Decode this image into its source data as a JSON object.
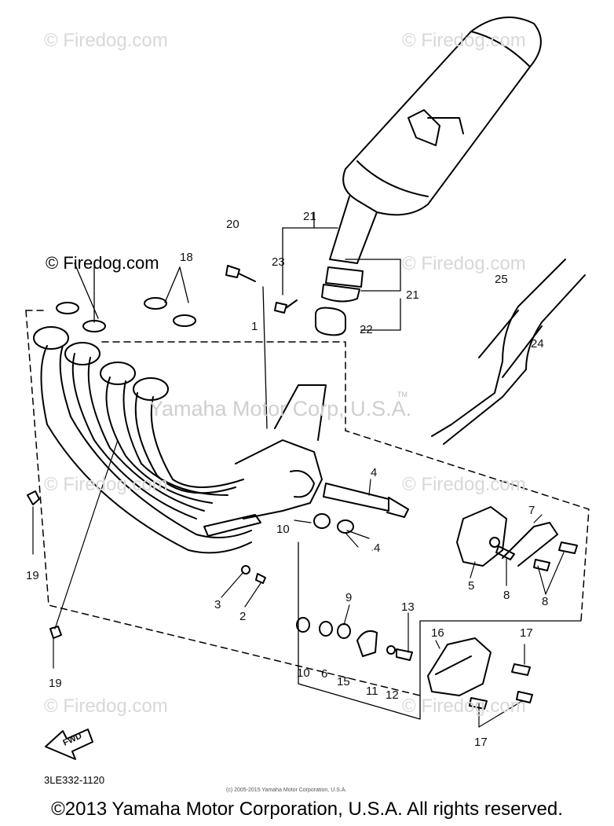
{
  "watermarks": {
    "firedog": "© Firedog.com",
    "yamaha": "Yamaha Motor Corp, U.S.A.",
    "tm": "TM"
  },
  "callouts": {
    "c1": "1",
    "c2": "2",
    "c3": "3",
    "c4a": "4",
    "c4b": "4",
    "c5": "5",
    "c6": "6",
    "c7": "7",
    "c8a": "8",
    "c8b": "8",
    "c9": "9",
    "c10a": "10",
    "c10b": "10",
    "c11": "11",
    "c12": "12",
    "c13": "13",
    "c15": "15",
    "c16": "16",
    "c17a": "17",
    "c17b": "17",
    "c18": "18",
    "c19a": "19",
    "c19b": "19",
    "c20": "20",
    "c21a": "21",
    "c21b": "21",
    "c22": "22",
    "c23": "23",
    "c24": "24",
    "c25": "25"
  },
  "fwd_label": "FWD",
  "diagram_code": "3LE332-1120",
  "small_copyright": "(c) 2005-2015 Yamaha Motor Corporation, U.S.A.",
  "footer_copyright": "©2013 Yamaha Motor Corporation, U.S.A. All rights reserved."
}
